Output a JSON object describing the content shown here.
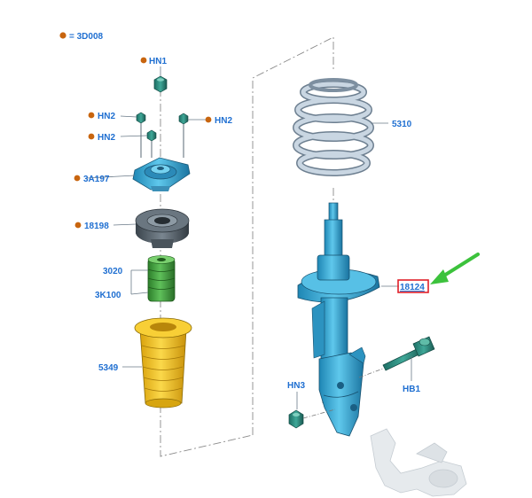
{
  "diagram": {
    "legend": {
      "bullet_color": "#c8650f",
      "text": "= 3D008"
    },
    "callouts": {
      "hn1": "HN1",
      "hn2_left_top": "HN2",
      "hn2_right": "HN2",
      "hn2_left_bottom": "HN2",
      "p3a197": "3A197",
      "p18198": "18198",
      "p3020": "3020",
      "p3k100": "3K100",
      "p5349": "5349",
      "p5310": "5310",
      "p18124": "18124",
      "hn3": "HN3",
      "hb1": "HB1"
    },
    "colors": {
      "label_blue": "#1f6fd1",
      "part_cyan": "#3fb3dc",
      "spring_grey": "#b4c4d4",
      "bump_green": "#3e9e3a",
      "boot_yellow": "#f2c21a",
      "mount_dark": "#55606a",
      "highlight_red": "#e0202a",
      "arrow_green": "#3cc23c"
    }
  }
}
